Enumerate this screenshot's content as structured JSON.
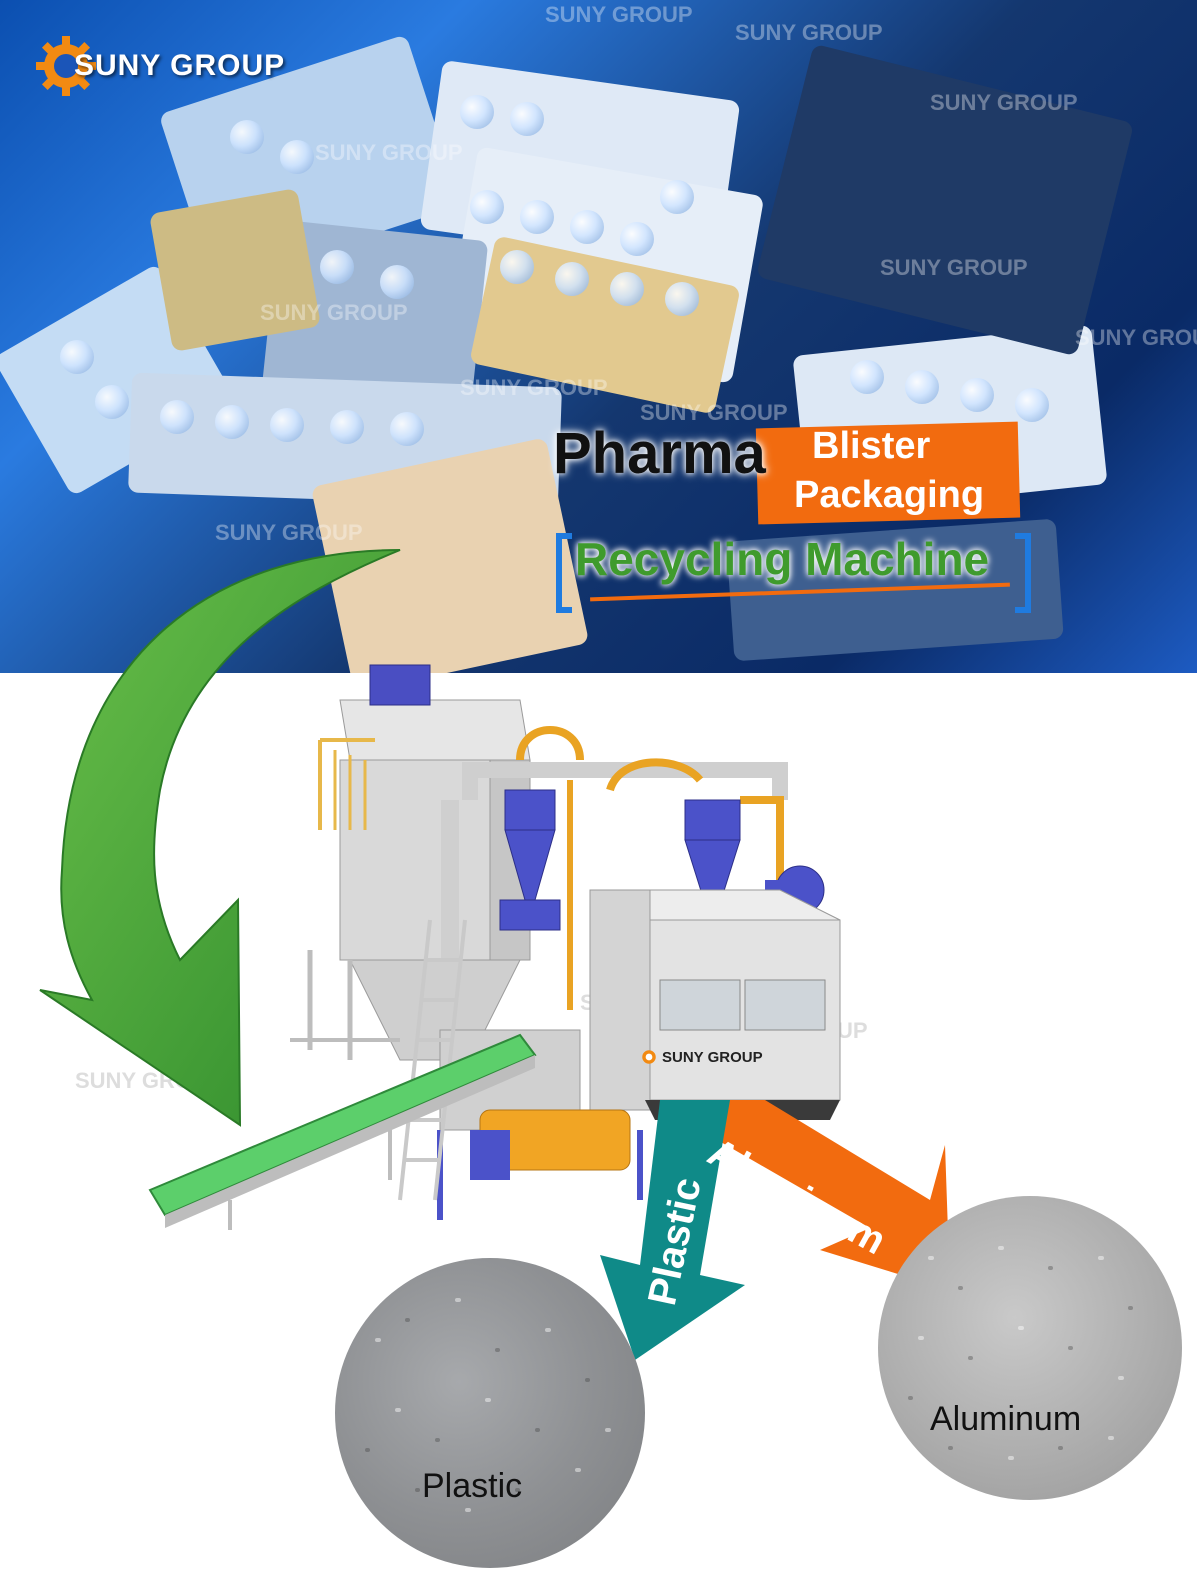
{
  "brand": {
    "name": "SUNY GROUP",
    "colors": {
      "gear_orange": "#f28a12",
      "text_white": "#ffffff"
    }
  },
  "title": {
    "line1_black": "Pharma",
    "line1_box_top": "Blister",
    "line1_box_bottom": "Packaging",
    "line2_green": "Recycling Machine",
    "colors": {
      "box": "#f26b0f",
      "green": "#3f9b2d",
      "bracket": "#1f7be0"
    }
  },
  "watermarks": [
    "SUNY GROUP",
    "SUNY GROUP",
    "SUNY GROUP",
    "SUNY GROUP",
    "SUNY GROUP",
    "SUNY GROUP",
    "SUNY GROUP",
    "SUNY GROUP",
    "SUNY GROUP",
    "SUNY GROUP"
  ],
  "machine": {
    "brand_label": "SUNY GROUP",
    "conveyor_color": "#5ccf6b",
    "frame_color": "#dcdcdc"
  },
  "outputs": {
    "aluminum_arrow": {
      "label": "Aluminum",
      "color": "#f26b0f"
    },
    "plastic_arrow": {
      "label": "Plastic",
      "color": "#0f8a88"
    },
    "plastic_sample": {
      "label": "Plastic"
    },
    "aluminum_sample": {
      "label": "Aluminum"
    }
  },
  "icons": {
    "gear": "gear-icon",
    "feed_arrow": "curved-arrow-icon"
  }
}
